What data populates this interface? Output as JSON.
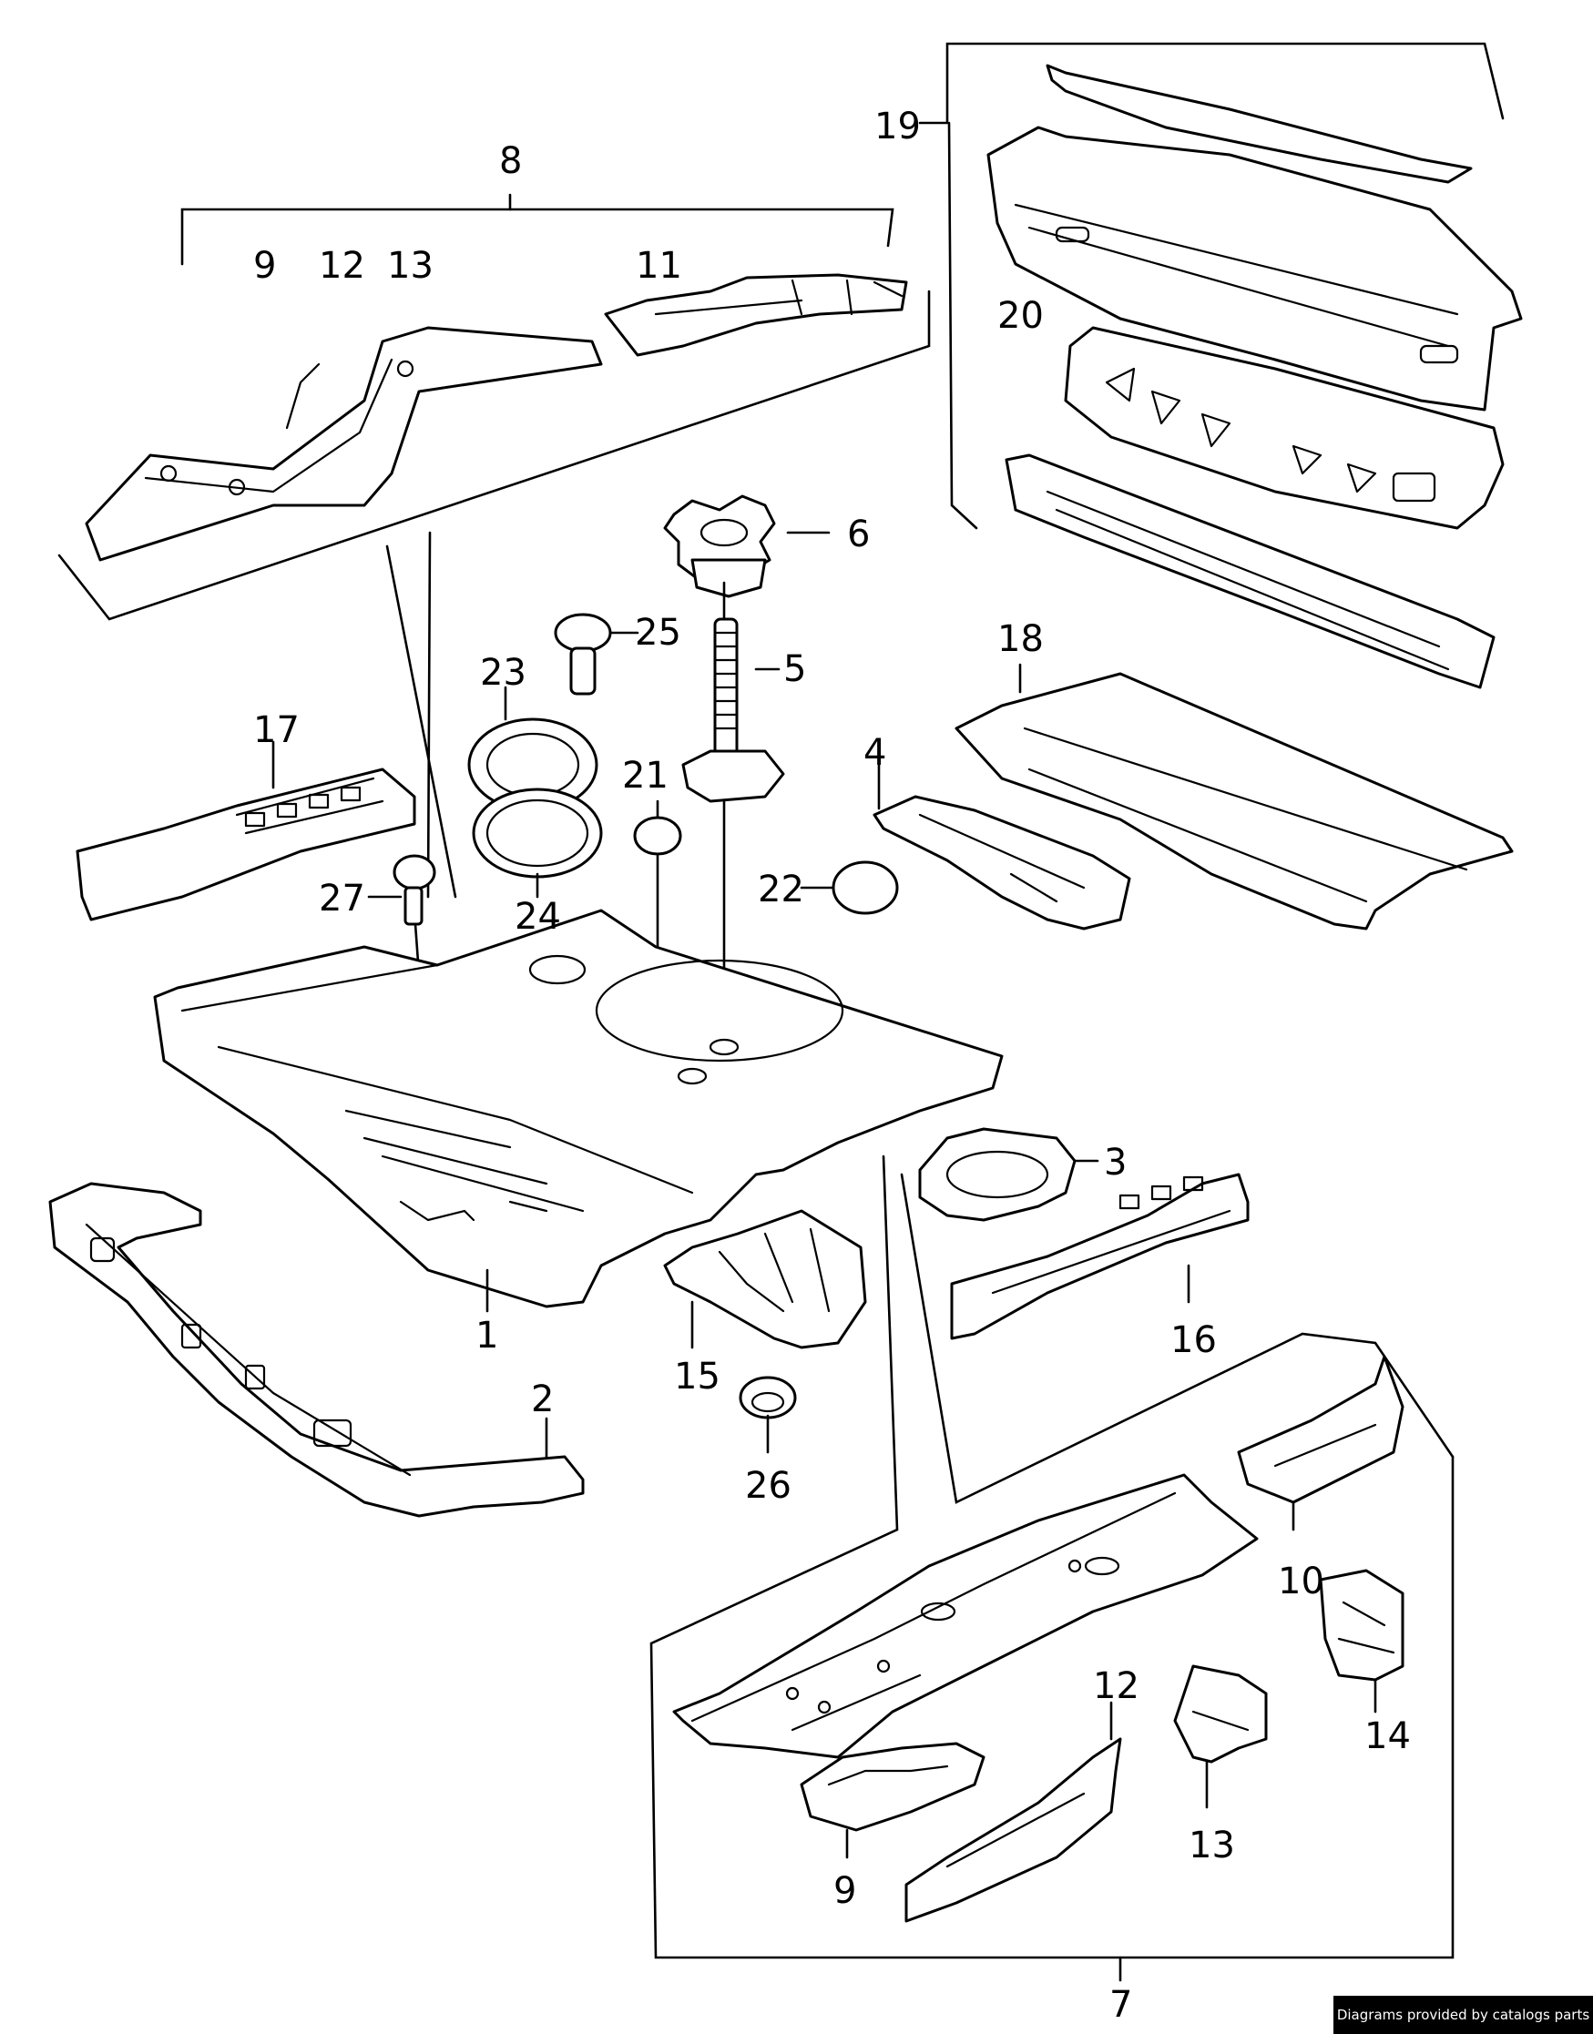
{
  "callouts": {
    "c1": "1",
    "c2": "2",
    "c3": "3",
    "c4": "4",
    "c5": "5",
    "c6": "6",
    "c7": "7",
    "c8": "8",
    "c9a": "9",
    "c9b": "9",
    "c10": "10",
    "c11": "11",
    "c12a": "12",
    "c12b": "12",
    "c13a": "13",
    "c13b": "13",
    "c14": "14",
    "c15": "15",
    "c16": "16",
    "c17": "17",
    "c18": "18",
    "c19": "19",
    "c20": "20",
    "c21": "21",
    "c22": "22",
    "c23": "23",
    "c24": "24",
    "c25": "25",
    "c26": "26",
    "c27": "27"
  },
  "footer": {
    "credit": "Diagrams provided by catalogs parts"
  }
}
